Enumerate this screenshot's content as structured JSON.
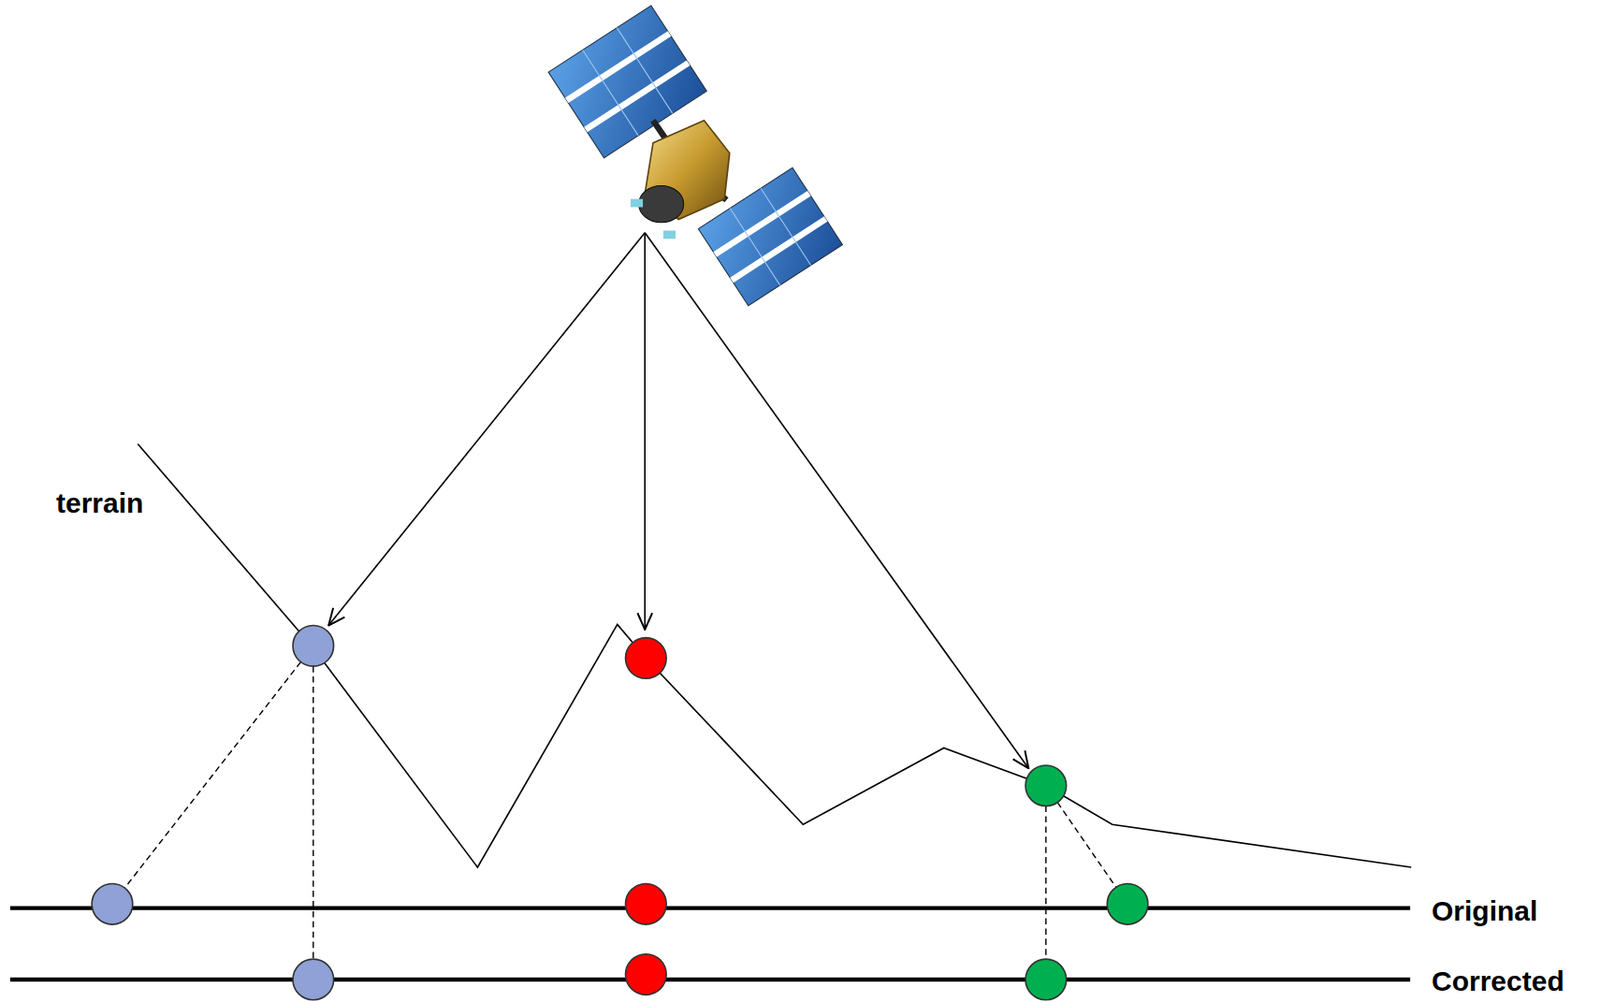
{
  "diagram": {
    "labels": [
      "terrain",
      "Original",
      "Corrected"
    ]
  }
}
